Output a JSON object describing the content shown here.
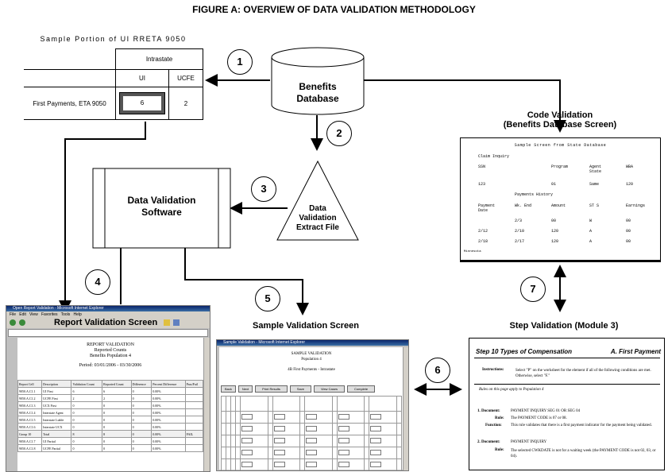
{
  "figure_title": "FIGURE A:  OVERVIEW OF DATA VALIDATION METHODOLOGY",
  "steps": [
    "1",
    "2",
    "3",
    "4",
    "5",
    "6",
    "7"
  ],
  "nodes": {
    "database": {
      "line1": "Benefits",
      "line2": "Database"
    },
    "software": {
      "line1": "Data Validation",
      "line2": "Software"
    },
    "extract": {
      "line1": "Data",
      "line2": "Validation",
      "line3": "Extract File"
    },
    "code_validation": {
      "line1": "Code Validation",
      "line2": "(Benefits Database Screen)"
    },
    "report_validation": "Report Validation Screen",
    "sample_validation": "Sample Validation Screen",
    "step_validation": "Step Validation (Module 3)"
  },
  "sample_table": {
    "caption": "Sample Portion of UI RRETA 9050",
    "group_header": "Intrastate",
    "col_ui": "UI",
    "col_ucfe": "UCFE",
    "row_label": "First Payments, ETA 9050",
    "ui_value": "6",
    "ucfe_value": "2"
  },
  "code_screen": {
    "title": "Sample Screen from State Database",
    "claim_inquiry": "Claim Inquiry",
    "h1": [
      "SSN",
      "Program",
      "Agent State",
      "WBA"
    ],
    "v1": [
      "123",
      "01",
      "Same",
      "120"
    ],
    "payments_history": "Payments History",
    "h2": [
      "Payment Date",
      "Wk. End",
      "Amount",
      "ST S",
      "Earnings"
    ],
    "rows": [
      [
        "",
        "2/3",
        "00",
        "W",
        "00"
      ],
      [
        "2/12",
        "2/10",
        "120",
        "A",
        "00"
      ],
      [
        "2/18",
        "2/17",
        "120",
        "A",
        "00"
      ]
    ],
    "footer": "Minnesota"
  },
  "report_screen": {
    "window_title": "Open Report Validation - Microsoft Internet Explorer",
    "menu": [
      "File",
      "Edit",
      "View",
      "Favorites",
      "Tools",
      "Help"
    ],
    "heading1": "REPORT VALIDATION",
    "heading2": "Reported Counts",
    "heading3": "Benefits Population 4",
    "period": "Period: 03/01/2006 - 03/30/2006",
    "col_headers": [
      "Report Cell",
      "Description",
      "Validation Count",
      "Reported Count",
      "Difference",
      "Percent Difference",
      "Pass/Fail"
    ],
    "rows": [
      [
        "9050.A.C1.1",
        "UI First",
        "6",
        "6",
        "0",
        "0.00%",
        ""
      ],
      [
        "9050.A.C1.2",
        "UCFE First",
        "2",
        "2",
        "0",
        "0.00%",
        ""
      ],
      [
        "9050.A.C1.3",
        "UCX First",
        "0",
        "0",
        "0",
        "0.00%",
        ""
      ],
      [
        "9050.A.C1.4",
        "Interstate Agent",
        "0",
        "0",
        "0",
        "0.00%",
        ""
      ],
      [
        "9050.A.C1.5",
        "Interstate Liable",
        "0",
        "0",
        "0",
        "0.00%",
        ""
      ],
      [
        "9050.A.C1.6",
        "Interstate UCX",
        "0",
        "0",
        "0",
        "0.00%",
        ""
      ],
      [
        "Group 10",
        "Total",
        "8",
        "8",
        "0",
        "0.00%",
        "FAIL"
      ],
      [
        "9050.A.C1.7",
        "UI Partial",
        "0",
        "0",
        "0",
        "0.00%",
        ""
      ],
      [
        "9050.A.C1.8",
        "UCFE Partial",
        "0",
        "0",
        "0",
        "0.00%",
        ""
      ]
    ]
  },
  "sample_screen": {
    "window_title": "Sample Validation - Microsoft Internet Explorer",
    "heading1": "SAMPLE VALIDATION",
    "heading2": "Population 4",
    "heading3": "4B First Payments - Intrastate",
    "buttons": [
      "Back",
      "Next",
      "Print Results",
      "Save",
      "View Cases",
      "Complete"
    ]
  },
  "step_screen": {
    "title": "Step 10 Types of Compensation",
    "title_right": "A. First Payment",
    "instructions_label": "Instructions:",
    "instructions_text": "Select \"P\" on the worksheet for the element if all of the following conditions are met. Otherwise, select \"F.\"",
    "rules_note": "Rules on this page apply to Population 4",
    "item1": {
      "num": "1. Document:",
      "doc": "PAYMENT INQUIRY SEG 01 OR SEG 04",
      "rule_label": "Rule:",
      "rule": "The PAYMENT CODE is 07 or 08.",
      "func_label": "Function:",
      "func": "This rule validates that there is a first payment indicator for the payment being validated."
    },
    "item2": {
      "num": "2. Document:",
      "doc": "PAYMENT INQUIRY",
      "rule_label": "Rule:",
      "rule": "The selected CWKDATE is not for a waiting week (the PAYMENT CODE is not 02, 03, or 04)."
    }
  }
}
